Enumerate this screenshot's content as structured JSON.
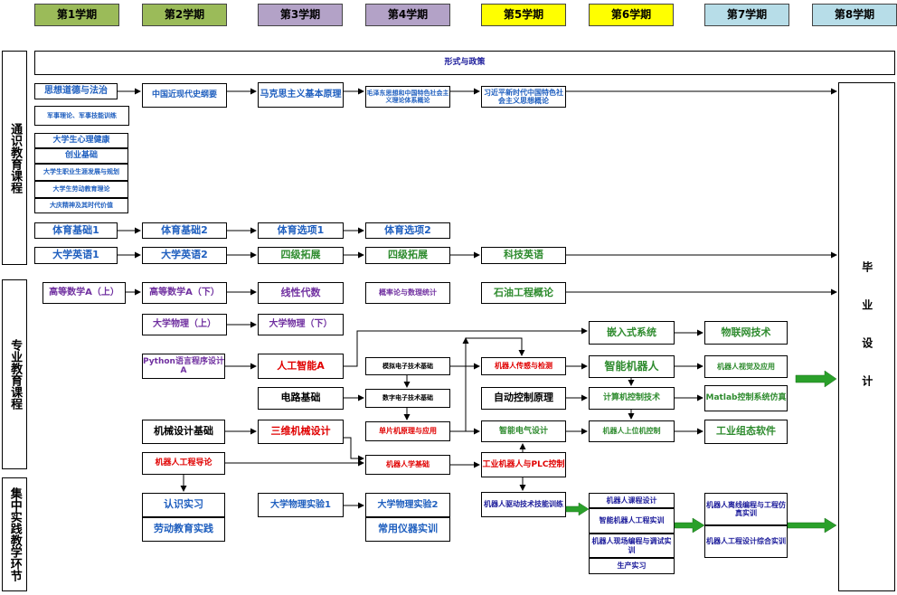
{
  "colors": {
    "semester_green": "#9bbb59",
    "semester_purple": "#b3a2c7",
    "semester_yellow": "#ffff00",
    "semester_blue": "#b7dde8",
    "text_blue": "#1f5fbf",
    "text_purple": "#7030a0",
    "text_green": "#2e8b2e",
    "text_red": "#e00000",
    "text_navy": "#1a1a9a",
    "big_arrow_green": "#2aa02a"
  },
  "semesters": [
    "第1学期",
    "第2学期",
    "第3学期",
    "第4学期",
    "第5学期",
    "第6学期",
    "第7学期",
    "第8学期"
  ],
  "sections": {
    "general": "通识教育课程",
    "major": "专业教育课程",
    "practice": "集中实践教学环节"
  },
  "graduation": "毕业设计",
  "courses": {
    "situation_policy": "形式与政策",
    "ideology_law": "思想道德与法治",
    "modern_history": "中国近现代史纲要",
    "marxism": "马克思主义基本原理",
    "mao_theory": "毛泽东思想和中国特色社会主义理论体系概论",
    "xi_thought": "习近平新时代中国特色社会主义思想概论",
    "military": "军事理论、军事技能训练",
    "mental_health": "大学生心理健康",
    "entrepreneurship": "创业基础",
    "career_planning": "大学生职业生涯发展与规划",
    "labor_theory": "大学生劳动教育理论",
    "daqing_spirit": "大庆精神及其时代价值",
    "pe1": "体育基础1",
    "pe2": "体育基础2",
    "pe3": "体育选项1",
    "pe4": "体育选项2",
    "eng1": "大学英语1",
    "eng2": "大学英语2",
    "cet1": "四级拓展",
    "cet2": "四级拓展",
    "sci_eng": "科技英语",
    "math_a1": "高等数学A（上）",
    "math_a2": "高等数学A（下）",
    "linear_algebra": "线性代数",
    "probability": "概率论与数理统计",
    "petroleum": "石油工程概论",
    "physics1": "大学物理（上）",
    "physics2": "大学物理（下）",
    "python": "Python语言程序设计A",
    "ai": "人工智能A",
    "analog": "模拟电子技术基础",
    "sensors": "机器人传感与检测",
    "embedded": "嵌入式系统",
    "iot": "物联网技术",
    "smart_robot": "智能机器人",
    "robot_vision": "机器人视觉及应用",
    "circuits": "电路基础",
    "digital": "数字电子技术基础",
    "auto_control": "自动控制原理",
    "computer_control": "计算机控制技术",
    "matlab": "Matlab控制系统仿真",
    "mech_design": "机械设计基础",
    "cad3d": "三维机械设计",
    "mcu": "单片机原理与应用",
    "smart_electric": "智能电气设计",
    "robot_plc_ctrl": "机器人上位机控制",
    "scada": "工业组态软件",
    "robot_intro": "机器人工程导论",
    "robotics": "机器人学基础",
    "industrial_plc": "工业机器人与PLC控制",
    "cognition": "认识实习",
    "labor_practice": "劳动教育实践",
    "phys_exp1": "大学物理实验1",
    "phys_exp2": "大学物理实验2",
    "instrument": "常用仪器实训",
    "drive_training": "机器人驱动技术技能训练",
    "course_design": "机器人课程设计",
    "smart_training": "智能机器人工程实训",
    "field_programming": "机器人现场编程与调试实训",
    "production": "生产实习",
    "offline_prog": "机器人离线编程与工程仿真实训",
    "design_comprehensive": "机器人工程设计综合实训"
  }
}
